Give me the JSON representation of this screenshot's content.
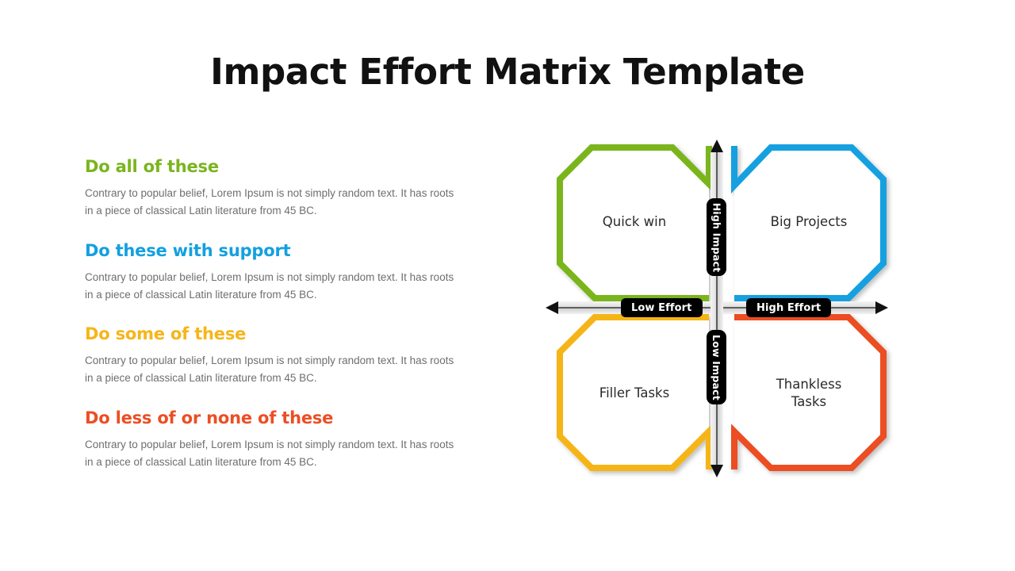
{
  "slide": {
    "title": "Impact Effort Matrix Template"
  },
  "text_column": {
    "blocks": [
      {
        "heading": "Do all of these",
        "color": "#7AB51D",
        "body": "Contrary to popular belief, Lorem Ipsum is not simply random text. It has roots in a piece of classical Latin literature from 45 BC."
      },
      {
        "heading": "Do these with support",
        "color": "#13A0E0",
        "body": "Contrary to popular belief, Lorem Ipsum is not simply random text. It has roots in a piece of classical Latin literature from 45 BC."
      },
      {
        "heading": "Do some of these",
        "color": "#F6B519",
        "body": "Contrary to popular belief, Lorem Ipsum is not simply random text. It has roots in a piece of classical Latin literature from 45 BC."
      },
      {
        "heading": "Do less of or none of these",
        "color": "#EC4E24",
        "body": "Contrary to popular belief, Lorem Ipsum is not simply random text. It has roots in a piece of classical Latin literature from 45 BC."
      }
    ]
  },
  "matrix": {
    "quadrants": [
      {
        "id": "top-left",
        "label": "Quick win",
        "color": "#7AB51D"
      },
      {
        "id": "top-right",
        "label": "Big Projects",
        "color": "#13A0E0"
      },
      {
        "id": "bottom-left",
        "label": "Filler Tasks",
        "color": "#F6B519"
      },
      {
        "id": "bottom-right",
        "label": "Thankless\nTasks",
        "color": "#EC4E24"
      }
    ],
    "axes": {
      "horizontal": {
        "left_label": "Low Effort",
        "right_label": "High Effort",
        "bar_color": "#d9d9d9",
        "arrow_color": "#000000"
      },
      "vertical": {
        "top_label": "High Impact",
        "bottom_label": "Low Impact",
        "bar_color": "#d9d9d9",
        "arrow_color": "#000000"
      },
      "pill_background": "#000000",
      "pill_text_color": "#ffffff"
    }
  },
  "chart_data": {
    "type": "table",
    "title": "Impact Effort Matrix Template",
    "xlabel": "Effort",
    "ylabel": "Impact",
    "x_categories": [
      "Low Effort",
      "High Effort"
    ],
    "y_categories": [
      "High Impact",
      "Low Impact"
    ],
    "cells": [
      {
        "x": "Low Effort",
        "y": "High Impact",
        "label": "Quick win",
        "color": "#7AB51D",
        "guidance": "Do all of these"
      },
      {
        "x": "High Effort",
        "y": "High Impact",
        "label": "Big Projects",
        "color": "#13A0E0",
        "guidance": "Do these with support"
      },
      {
        "x": "Low Effort",
        "y": "Low Impact",
        "label": "Filler Tasks",
        "color": "#F6B519",
        "guidance": "Do some of these"
      },
      {
        "x": "High Effort",
        "y": "Low Impact",
        "label": "Thankless Tasks",
        "color": "#EC4E24",
        "guidance": "Do less of or none of these"
      }
    ]
  }
}
